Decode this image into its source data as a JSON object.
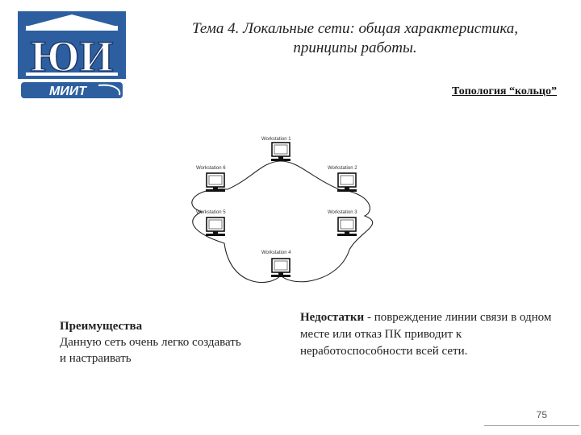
{
  "slide": {
    "title_line1": "Тема 4.  Локальные сети: общая характеристика,",
    "title_line2": "принципы работы.",
    "topology_label": "Топология “кольцо”",
    "page_number": "75"
  },
  "logo": {
    "monogram": "ЮИ",
    "brand": "МИИТ",
    "colors": {
      "blue": "#2d5fa0",
      "dark": "#1c3a6e",
      "white": "#ffffff"
    }
  },
  "diagram": {
    "workstations": [
      "Workstation 1",
      "Workstation 2",
      "Workstation 3",
      "Workstation 4",
      "Workstation 5",
      "Workstation 6"
    ]
  },
  "advantages": {
    "heading": "Преимущества",
    "text": "Данную сеть очень легко создавать и настраивать"
  },
  "disadvantages": {
    "heading": "Недостатки",
    "text": " - повреждение линии связи в одном месте или отказ ПК приводит к неработоспособности всей сети."
  }
}
